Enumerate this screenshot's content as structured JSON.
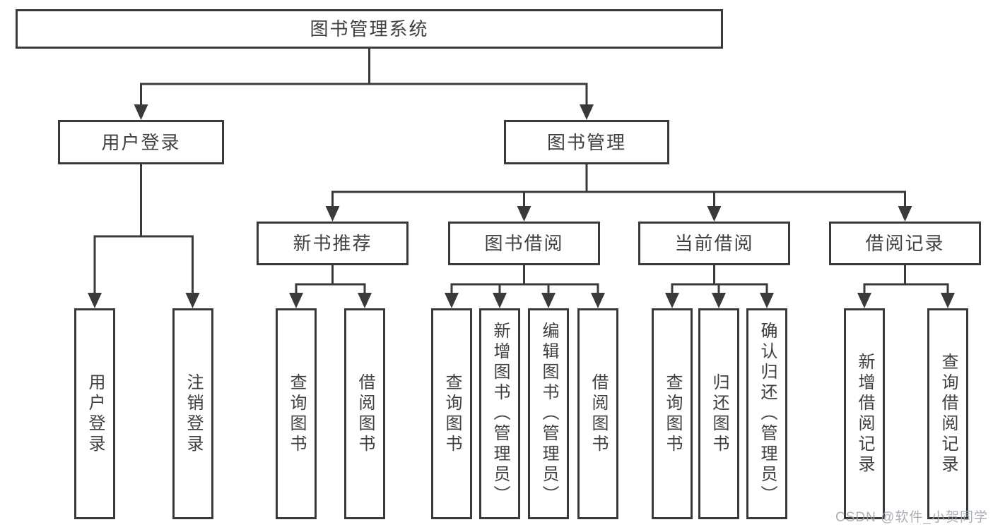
{
  "tree": {
    "root": {
      "label": "图书管理系统"
    },
    "level2": [
      {
        "label": "用户登录",
        "children": [
          {
            "label": "用户登录"
          },
          {
            "label": "注销登录"
          }
        ]
      },
      {
        "label": "图书管理",
        "children": [
          {
            "label": "新书推荐",
            "children": [
              {
                "label": "查询图书"
              },
              {
                "label": "借阅图书"
              }
            ]
          },
          {
            "label": "图书借阅",
            "children": [
              {
                "label": "查询图书"
              },
              {
                "label": "新增图书（管理员）"
              },
              {
                "label": "编辑图书（管理员）"
              },
              {
                "label": "借阅图书"
              }
            ]
          },
          {
            "label": "当前借阅",
            "children": [
              {
                "label": "查询图书"
              },
              {
                "label": "归还图书"
              },
              {
                "label": "确认归还（管理员）"
              }
            ]
          },
          {
            "label": "借阅记录",
            "children": [
              {
                "label": "新增借阅记录"
              },
              {
                "label": "查询借阅记录"
              }
            ]
          }
        ]
      }
    ]
  },
  "watermark": "CSDN @软件_小贺同学",
  "colors": {
    "line": "#3a3a3a",
    "box_border": "#3a3a3a",
    "box_fill": "#ffffff",
    "text": "#404040",
    "watermark": "#a3a7af",
    "background": "#ffffff"
  }
}
